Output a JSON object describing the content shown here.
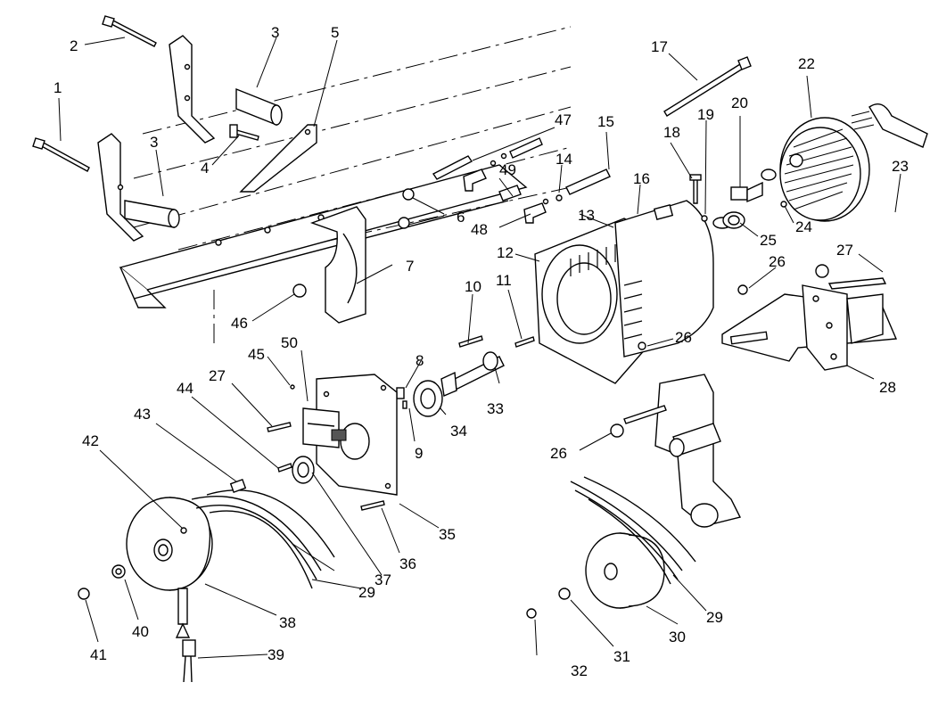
{
  "callouts": [
    {
      "id": "c1",
      "label": "1"
    },
    {
      "id": "c2",
      "label": "2"
    },
    {
      "id": "c3a",
      "label": "3"
    },
    {
      "id": "c3b",
      "label": "3"
    },
    {
      "id": "c4",
      "label": "4"
    },
    {
      "id": "c5",
      "label": "5"
    },
    {
      "id": "c6",
      "label": "6"
    },
    {
      "id": "c7",
      "label": "7"
    },
    {
      "id": "c8",
      "label": "8"
    },
    {
      "id": "c9",
      "label": "9"
    },
    {
      "id": "c10",
      "label": "10"
    },
    {
      "id": "c11",
      "label": "11"
    },
    {
      "id": "c12",
      "label": "12"
    },
    {
      "id": "c13",
      "label": "13"
    },
    {
      "id": "c14",
      "label": "14"
    },
    {
      "id": "c15",
      "label": "15"
    },
    {
      "id": "c16",
      "label": "16"
    },
    {
      "id": "c17",
      "label": "17"
    },
    {
      "id": "c18",
      "label": "18"
    },
    {
      "id": "c19",
      "label": "19"
    },
    {
      "id": "c20",
      "label": "20"
    },
    {
      "id": "c22",
      "label": "22"
    },
    {
      "id": "c23",
      "label": "23"
    },
    {
      "id": "c24",
      "label": "24"
    },
    {
      "id": "c25",
      "label": "25"
    },
    {
      "id": "c26a",
      "label": "26"
    },
    {
      "id": "c26b",
      "label": "26"
    },
    {
      "id": "c26c",
      "label": "26"
    },
    {
      "id": "c27a",
      "label": "27"
    },
    {
      "id": "c27b",
      "label": "27"
    },
    {
      "id": "c28",
      "label": "28"
    },
    {
      "id": "c29a",
      "label": "29"
    },
    {
      "id": "c29b",
      "label": "29"
    },
    {
      "id": "c30",
      "label": "30"
    },
    {
      "id": "c31",
      "label": "31"
    },
    {
      "id": "c32",
      "label": "32"
    },
    {
      "id": "c33",
      "label": "33"
    },
    {
      "id": "c34",
      "label": "34"
    },
    {
      "id": "c35",
      "label": "35"
    },
    {
      "id": "c36",
      "label": "36"
    },
    {
      "id": "c37",
      "label": "37"
    },
    {
      "id": "c38",
      "label": "38"
    },
    {
      "id": "c39",
      "label": "39"
    },
    {
      "id": "c40",
      "label": "40"
    },
    {
      "id": "c41",
      "label": "41"
    },
    {
      "id": "c42",
      "label": "42"
    },
    {
      "id": "c43",
      "label": "43"
    },
    {
      "id": "c44",
      "label": "44"
    },
    {
      "id": "c45",
      "label": "45"
    },
    {
      "id": "c46",
      "label": "46"
    },
    {
      "id": "c47",
      "label": "47"
    },
    {
      "id": "c48",
      "label": "48"
    },
    {
      "id": "c49",
      "label": "49"
    },
    {
      "id": "c50",
      "label": "50"
    }
  ]
}
